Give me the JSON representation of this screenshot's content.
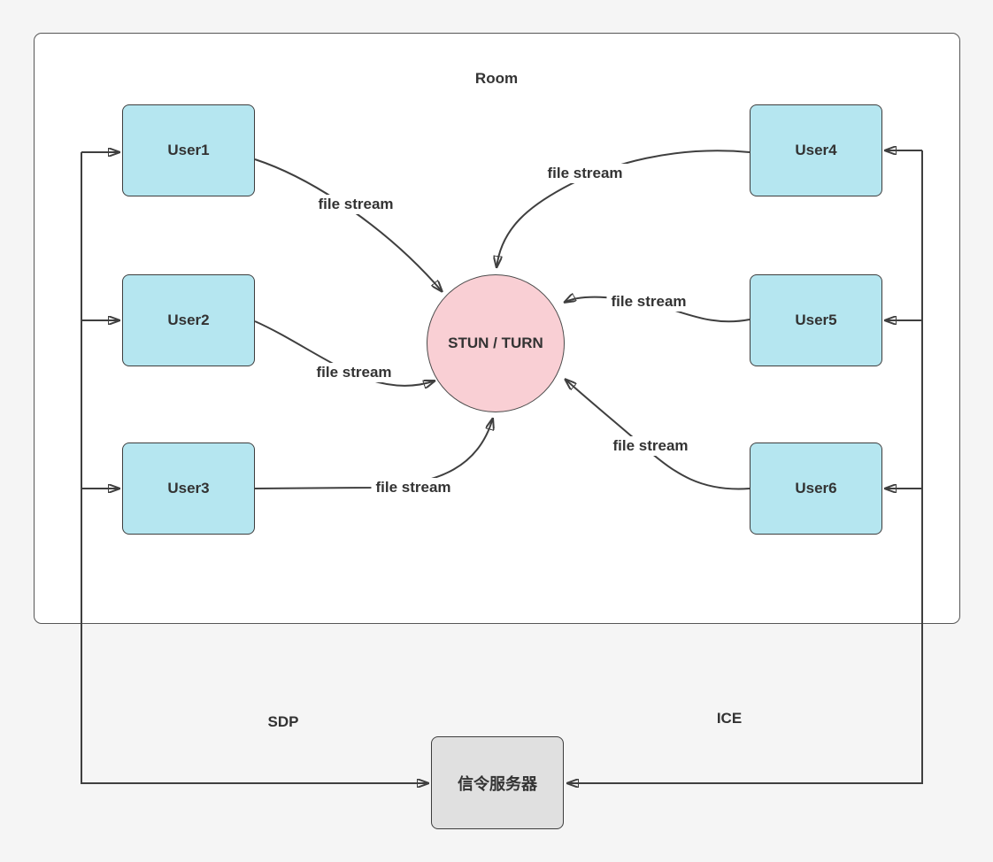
{
  "colors": {
    "page_background": "#f5f5f5",
    "room_background": "#ffffff",
    "user_node_fill": "#b5e6f0",
    "stun_node_fill": "#f9cfd4",
    "server_node_fill": "#e0e0e0",
    "line_color": "#3f3f3f",
    "text_color": "#333333"
  },
  "diagram": {
    "room_label": "Room",
    "nodes": [
      {
        "id": "user1",
        "label": "User1"
      },
      {
        "id": "user2",
        "label": "User2"
      },
      {
        "id": "user3",
        "label": "User3"
      },
      {
        "id": "user4",
        "label": "User4"
      },
      {
        "id": "user5",
        "label": "User5"
      },
      {
        "id": "user6",
        "label": "User6"
      }
    ],
    "hub": {
      "label": "STUN / TURN"
    },
    "server": {
      "label": "信令服务器"
    },
    "edges": [
      {
        "from": "User1",
        "to": "STUN / TURN",
        "label": "file stream"
      },
      {
        "from": "User2",
        "to": "STUN / TURN",
        "label": "file stream"
      },
      {
        "from": "User3",
        "to": "STUN / TURN",
        "label": "file stream"
      },
      {
        "from": "User4",
        "to": "STUN / TURN",
        "label": "file stream"
      },
      {
        "from": "User5",
        "to": "STUN / TURN",
        "label": "file stream"
      },
      {
        "from": "User6",
        "to": "STUN / TURN",
        "label": "file stream"
      }
    ],
    "protocol_labels": {
      "sdp": "SDP",
      "ice": "ICE"
    }
  }
}
